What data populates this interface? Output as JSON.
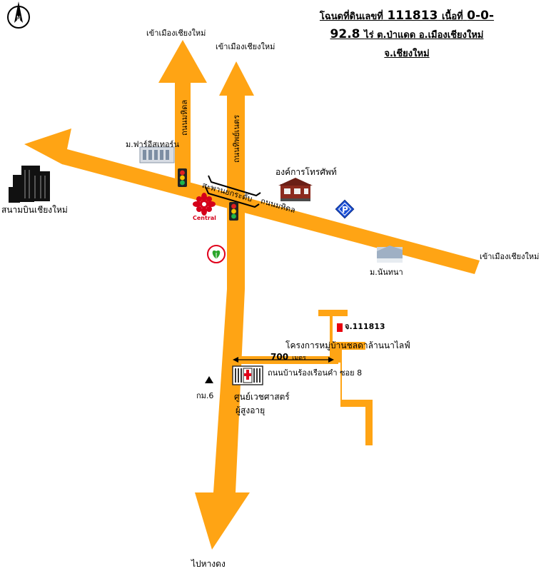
{
  "title": {
    "line1_prefix": "โฉนดที่ดินเลขที่",
    "deed_number": "111813",
    "line1_mid": "เนื้อที่",
    "area_part1": "0-0-",
    "area_part2": "92.8",
    "line2_rest": "ไร่ ต.ป่าแดด อ.เมืองเชียงใหม่",
    "line3": "จ.เชียงใหม่"
  },
  "directions": {
    "north_left": "เข้าเมืองเชียงใหม่",
    "north_right": "เข้าเมืองเชียงใหม่",
    "east": "เข้าเมืองเชียงใหม่",
    "south": "ไปหางดง",
    "west": "สนามบินเชียงใหม่"
  },
  "roads": {
    "road_left_vertical": "ถนนมหิดล",
    "road_right_vertical": "ถนนทิพย์เนตร",
    "bridge": "สะพานยกระดับ",
    "road_east": "ถนนมหิดล",
    "soi": "ถนนบ้านร้องเรือนคำ ซอย 8",
    "distance_value": "700",
    "distance_unit": "เมตร"
  },
  "landmarks": {
    "phase_two": "ม.ฟาร์อีสเทอร์น",
    "tot": "องค์การโทรศัพท์",
    "central": "Central",
    "nanthana": "ม.นันทนา",
    "km": "กม.6",
    "elderly_center_line1": "ศูนย์เวชศาสตร์",
    "elderly_center_line2": "ผู้สูงอายุ",
    "project": "โครงการหมู่บ้านชลดาล้านนาไลฟ์",
    "plot_label": "จ.111813"
  },
  "icons": {
    "compass": "compass-north-icon",
    "traffic_light": "traffic-light-icon",
    "parking": "parking-sign-icon",
    "bank": "kbank-leaf-icon",
    "airport": "airport-building-icon",
    "km_marker": "triangle-marker-icon"
  },
  "colors": {
    "road": "#ffa414",
    "plot": "#e8000d",
    "parking_blue": "#1a4fd6",
    "central_red": "#d4001a",
    "bank_green": "#2aa52a"
  }
}
